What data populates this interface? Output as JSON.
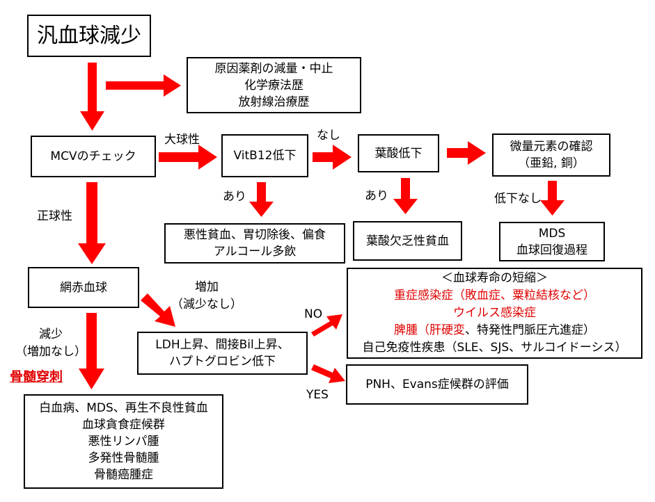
{
  "title": "汎血球減少",
  "boxes": {
    "causes": [
      "原因薬剤の減量・中止",
      "化学療法歴",
      "放射線治療歴"
    ],
    "mcv": "MCVのチェック",
    "vitb12": "VitB12低下",
    "folate": "葉酸低下",
    "trace": [
      "微量元素の確認",
      "（亜鉛, 銅）"
    ],
    "vitb12_result": [
      "悪性貧血、胃切除後、偏食",
      "アルコール多飲"
    ],
    "folate_result": "葉酸欠乏性貧血",
    "mds_result": [
      "MDS",
      "血球回復過程"
    ],
    "reticulocyte": "網赤血球",
    "ldh": [
      "LDH上昇、間接Bil上昇、",
      "ハプトグロビン低下"
    ],
    "lifespan": {
      "header": "＜血球寿命の短縮＞",
      "line1": "重症感染症（敗血症、粟粒結核など）",
      "line2": "ウイルス感染症",
      "line3_a": "脾腫（",
      "line3_b": "肝硬変",
      "line3_c": "、特発性門脈圧亢進症）",
      "line4": "自己免疫性疾患（SLE、SJS、サルコイドーシス）"
    },
    "pnh": "PNH、Evans症候群の評価",
    "marrow_result": [
      "白血病、MDS、再生不良性貧血",
      "血球貪食症候群",
      "悪性リンパ腫",
      "多発性骨髄腫",
      "骨髄癌腫症"
    ]
  },
  "labels": {
    "macro": "大球性",
    "none": "なし",
    "yes1": "あり",
    "yes2": "あり",
    "no_decrease": "低下なし",
    "normo": "正球性",
    "increase": [
      "増加",
      "（減少なし）"
    ],
    "decrease": [
      "減少",
      "（増加なし）"
    ],
    "marrow": "骨髄穿刺",
    "no": "NO",
    "yes": "YES"
  },
  "colors": {
    "arrow": "#ff0000",
    "accent_text": "#e00000"
  }
}
